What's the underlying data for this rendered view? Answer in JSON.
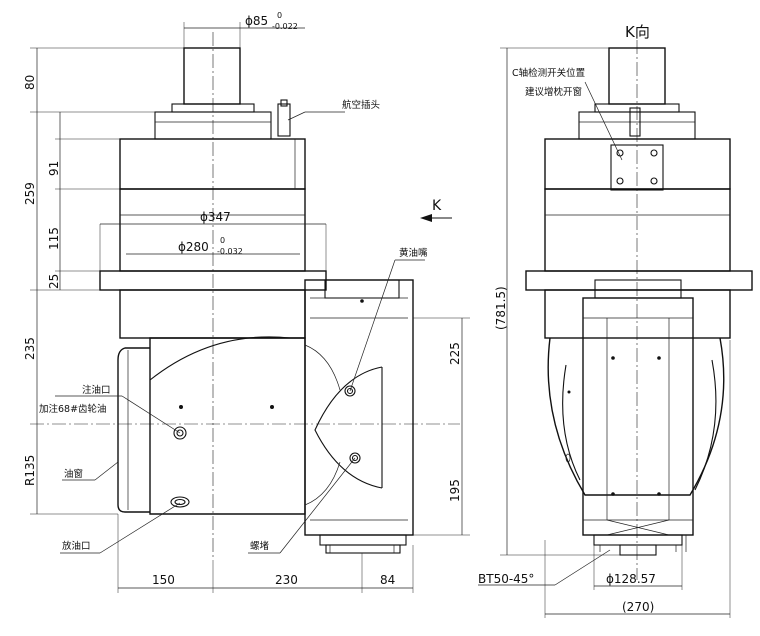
{
  "dimensions": {
    "spindle_dia": "ϕ85",
    "spindle_tol_upper": "0",
    "spindle_tol_lower": "-0.022",
    "h80": "80",
    "h259": "259",
    "h91": "91",
    "h115": "115",
    "h25": "25",
    "h235": "235",
    "r135": "R135",
    "dia347": "ϕ347",
    "dia280": "ϕ280",
    "dia280_tol_upper": "0",
    "dia280_tol_lower": "-0.032",
    "h225": "225",
    "h195": "195",
    "w150": "150",
    "w230": "230",
    "w84": "84",
    "total_height": "(781.5)",
    "bt": "BT50-45°",
    "dia128": "ϕ128.57",
    "w270": "(270)"
  },
  "labels": {
    "view_k": "K向",
    "arrow_k": "K",
    "aviation_plug": "航空插头",
    "c_axis_line1": "C轴检测开关位置",
    "c_axis_line2": "建议增枕开窗",
    "grease_nipple": "黄油嘴",
    "oil_fill": "注油口",
    "oil_type": "加注68#齿轮油",
    "oil_window": "油窗",
    "oil_drain": "放油口",
    "nut": "螺堵"
  }
}
